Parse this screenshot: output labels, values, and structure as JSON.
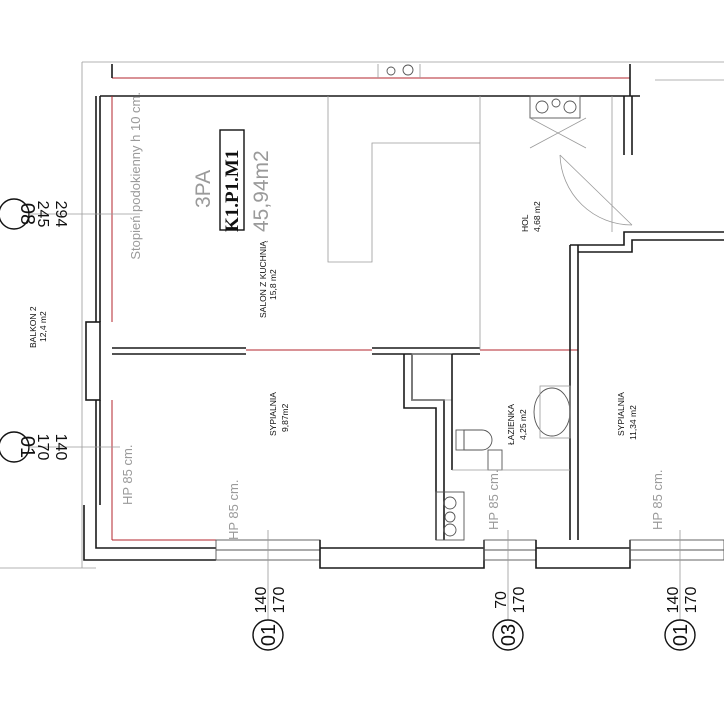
{
  "unit": {
    "code": "K1.P1.M1",
    "area": "45,94m2",
    "type": "3PA"
  },
  "rooms": {
    "salon": {
      "name": "SALON Z KUCHNIĄ",
      "area": "15,8 m2"
    },
    "hol": {
      "name": "HOL",
      "area": "4,68 m2"
    },
    "sypialnia1": {
      "name": "SYPIALNIA",
      "area": "9,87m2"
    },
    "lazienka": {
      "name": "ŁAZIENKA",
      "area": "4,25 m2"
    },
    "sypialnia2": {
      "name": "SYPIALNIA",
      "area": "11,34 m2"
    },
    "balkon": {
      "name": "BALKON 2",
      "area": "12,4 m2"
    }
  },
  "notes": {
    "stopien": "Stopień podokienny h 10 cm.",
    "hp_left": "HP 85 cm.",
    "hp_syp1": "HP 85 cm.",
    "hp_laz": "HP 85 cm.",
    "hp_syp2": "HP 85 cm."
  },
  "windows": {
    "w08": {
      "tag": "08",
      "top": "245",
      "bottom": "294"
    },
    "w01_left": {
      "tag": "01",
      "top": "170",
      "bottom": "140"
    },
    "w01_bottom_left": {
      "tag": "01",
      "top": "140",
      "bottom": "170"
    },
    "w03_bottom": {
      "tag": "03",
      "top": "70",
      "bottom": "170"
    },
    "w01_bottom_right": {
      "tag": "01",
      "top": "140",
      "bottom": "170"
    }
  }
}
